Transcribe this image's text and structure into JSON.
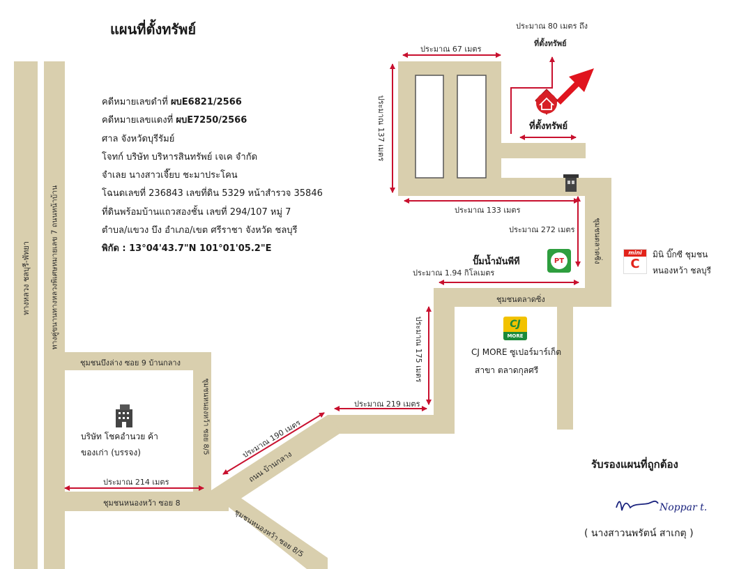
{
  "title": "แผนที่ตั้งทรัพย์",
  "info": {
    "case_black_prefix": "คดีหมายเลขดำที่ ",
    "case_black_no": "ผบE6821/2566",
    "case_red_prefix": "คดีหมายเลขแดงที่ ",
    "case_red_no": "ผบE7250/2566",
    "court": "ศาล จังหวัดบุรีรัมย์",
    "plaintiff": "โจทก์ บริษัท บริหารสินทรัพย์ เจเค จำกัด",
    "defendant": "จำเลย   นางสาวเจี๊ยบ ชะมาประโคน",
    "deed_part1": "โฉนดเลขที่ 236843 ",
    "deed_part2": "เลขที่ดิน ",
    "deed_part3": "5329 ",
    "deed_part4": "หน้าสำรวจ ",
    "deed_part5": "35846",
    "land": "ที่ดินพร้อมบ้านแถวสองชั้น เลขที่ 294/107 หมู่ 7",
    "address": "ตำบล/แขวง บึง  อำเภอ/เขต ศรีราชา จังหวัด ชลบุรี",
    "coords": "พิกัด : 13°04'43.7\"N 101°01'05.2\"E"
  },
  "roads": {
    "highway_left": "ทางหลวง ชลบุรี-พัทยา",
    "highway_7": "ทางคู่ขนานทางหลวงพิเศษหมายเลข 7 ถนนหน้าบ้าน",
    "bueng_lang": "ชุมชนบึงล่าง ซอย 9 บ้านกลาง",
    "nong_hwa_soi8": "ชุมชนหนองหว้า ซอย 8",
    "nong_hwa_soi85_v": "ชุมชนหนองหว้า ซอย 8/5",
    "ban_klang": "ถนน บ้านกลาง",
    "nong_hwa_soi85_d": "ชุมชนหนองหว้า ซอย 8/5",
    "talad_ching_h": "ชุมชนตลาดซิ่ง",
    "talad_ching_v": "ชุมชนตลาดซิ่ง"
  },
  "distances": {
    "d67": "ประมาณ 67 เมตร",
    "d80_line1": "ประมาณ 80 เมตร ถึง",
    "d80_line2": "ที่ตั้งทรัพย์",
    "d137": "ประมาณ 137 เมตร",
    "d133": "ประมาณ 133 เมตร",
    "d272": "ประมาณ 272 เมตร",
    "d194": "ประมาณ 1.94 กิโลเมตร",
    "d175": "ประมาณ 175 เมตร",
    "d219": "ประมาณ 219 เมตร",
    "d190": "ประมาณ 190 เมตร",
    "d214": "ประมาณ 214 เมตร"
  },
  "pois": {
    "property": "ที่ตั้งทรัพย์",
    "pt_station": "ปั๊มน้ำมันพีที",
    "pt_logo": "PT",
    "mini_bigc_line1": "มินิ บิ๊กซี ชุมชน",
    "mini_bigc_line2": "หนองหว้า  ชลบุรี",
    "mini_logo_text": "mini",
    "mini_logo_c": "C",
    "cj_line1": "CJ MORE ซูเปอร์มาร์เก็ต",
    "cj_line2": "สาขา ตลาดกุลศรี",
    "cj_logo": "CJ",
    "cj_more": "MORE",
    "company_line1": "บริษัท โชคอำนวย ค้า",
    "company_line2": "ของเก่า (บรรจง)"
  },
  "certify": {
    "title": "รับรองแผนที่ถูกต้อง",
    "name": "( นางสาวนพรัตน์ สาเกตุ )",
    "signature": "Noppar t."
  },
  "colors": {
    "road": "#d9cfae",
    "dimension": "#c8102e",
    "marker": "#d71f26",
    "pt_green": "#2e9e3e",
    "cj_yellow": "#f2c200",
    "cj_green": "#1b8a3a",
    "bigc_red": "#e2231a"
  }
}
